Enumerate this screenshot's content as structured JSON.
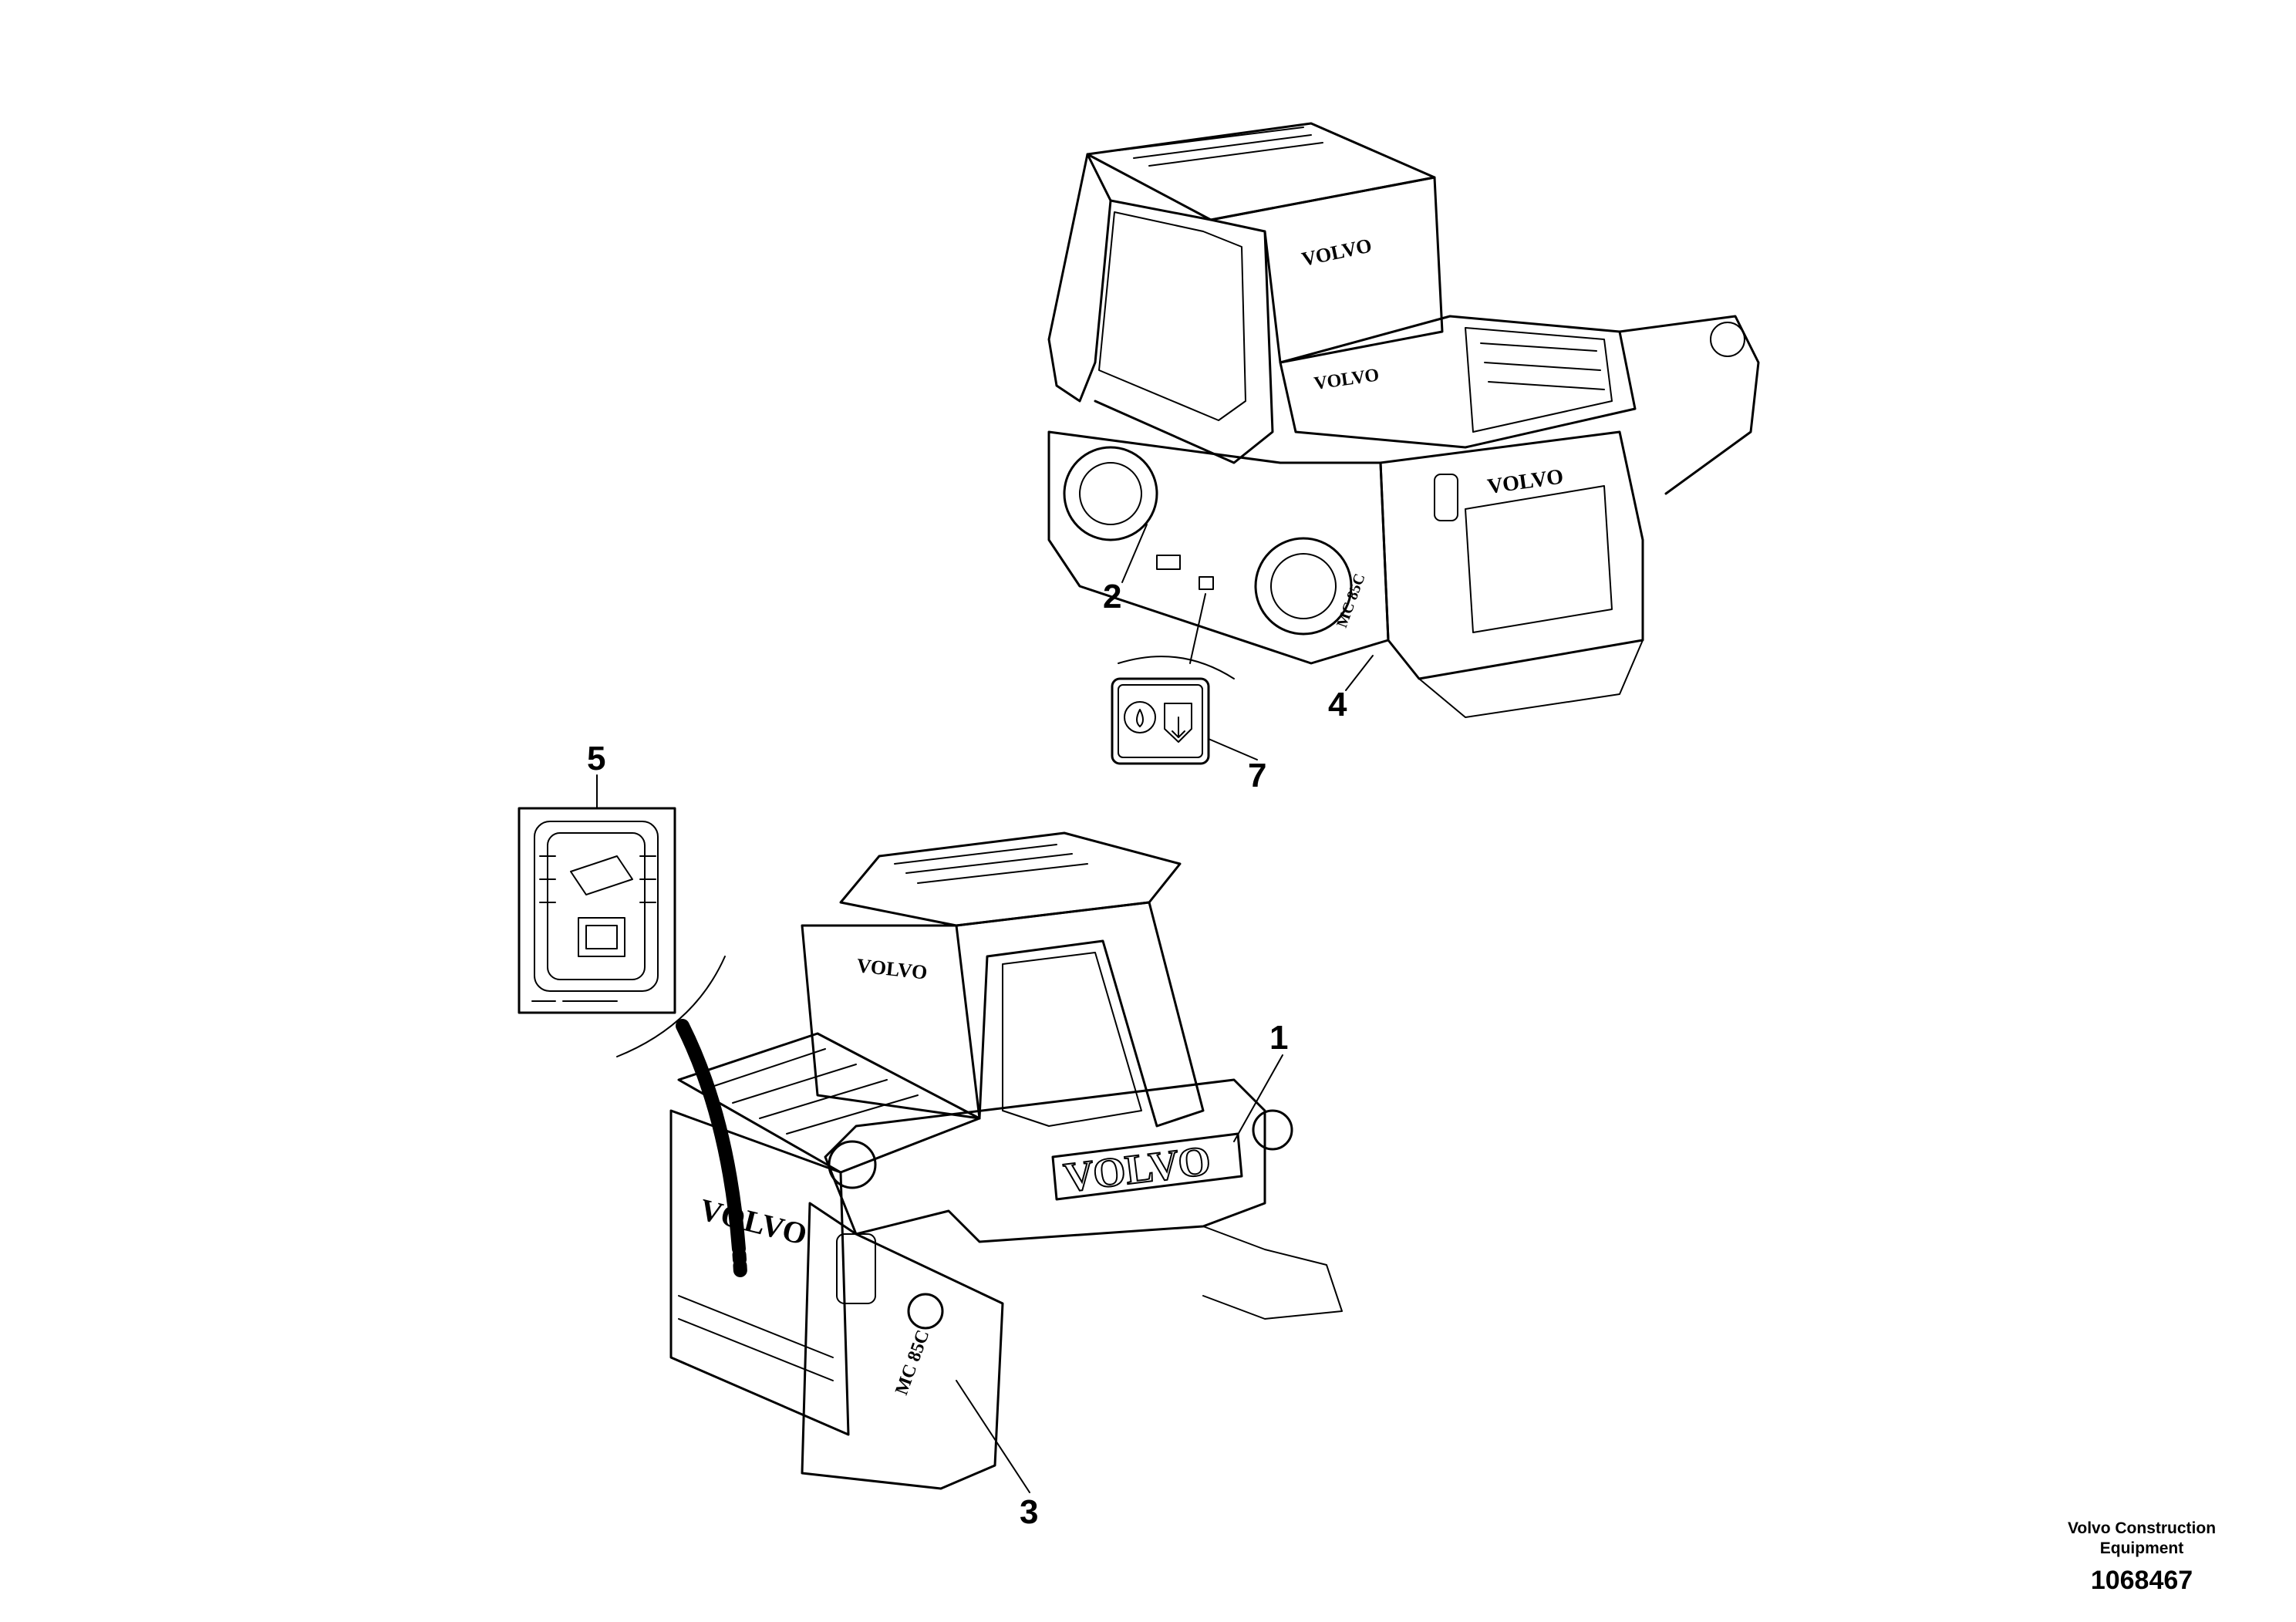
{
  "callouts": {
    "c1": "1",
    "c2": "2",
    "c3": "3",
    "c4": "4",
    "c5": "5",
    "c7": "7"
  },
  "decals": {
    "brand": "VOLVO",
    "model": "MC 85C"
  },
  "footer": {
    "company_line1": "Volvo Construction",
    "company_line2": "Equipment",
    "document_number": "1068467"
  }
}
